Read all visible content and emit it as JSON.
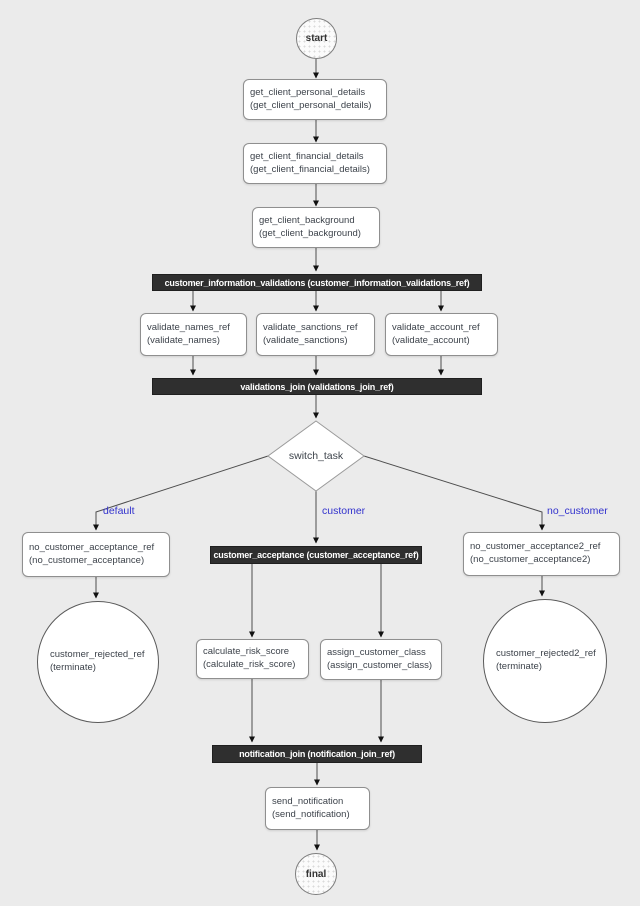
{
  "theme": {
    "background": "#ebebeb",
    "node_fill": "#ffffff",
    "node_border": "#8f8f8f",
    "node_text": "#3d434b",
    "bar_fill": "#2f2f2f",
    "bar_text": "#ffffff",
    "edge_color": "#4d4d4d",
    "edge_label_color": "#3232cd"
  },
  "nodes": {
    "start": {
      "label": "start"
    },
    "personal": {
      "line1": "get_client_personal_details",
      "line2": "(get_client_personal_details)"
    },
    "financial": {
      "line1": "get_client_financial_details",
      "line2": "(get_client_financial_details)"
    },
    "background_check": {
      "line1": "get_client_background",
      "line2": "(get_client_background)"
    },
    "validate_names": {
      "line1": "validate_names_ref",
      "line2": "(validate_names)"
    },
    "validate_sanctions": {
      "line1": "validate_sanctions_ref",
      "line2": "(validate_sanctions)"
    },
    "validate_account": {
      "line1": "validate_account_ref",
      "line2": "(validate_account)"
    },
    "switch_task": {
      "label": "switch_task"
    },
    "no_customer_acceptance": {
      "line1": "no_customer_acceptance_ref",
      "line2": "(no_customer_acceptance)"
    },
    "no_customer_acceptance2": {
      "line1": "no_customer_acceptance2_ref",
      "line2": "(no_customer_acceptance2)"
    },
    "customer_rejected": {
      "line1": "customer_rejected_ref",
      "line2": "(terminate)"
    },
    "customer_rejected2": {
      "line1": "customer_rejected2_ref",
      "line2": "(terminate)"
    },
    "calculate_risk_score": {
      "line1": "calculate_risk_score",
      "line2": "(calculate_risk_score)"
    },
    "assign_customer_class": {
      "line1": "assign_customer_class",
      "line2": "(assign_customer_class)"
    },
    "send_notification": {
      "line1": "send_notification",
      "line2": "(send_notification)"
    },
    "final": {
      "label": "final"
    }
  },
  "bars": {
    "fork_validations": {
      "label": "customer_information_validations (customer_information_validations_ref)"
    },
    "validations_join": {
      "label": "validations_join (validations_join_ref)"
    },
    "customer_acceptance": {
      "label": "customer_acceptance (customer_acceptance_ref)"
    },
    "notification_join": {
      "label": "notification_join (notification_join_ref)"
    }
  },
  "edge_labels": {
    "default": "default",
    "customer": "customer",
    "no_customer": "no_customer"
  }
}
